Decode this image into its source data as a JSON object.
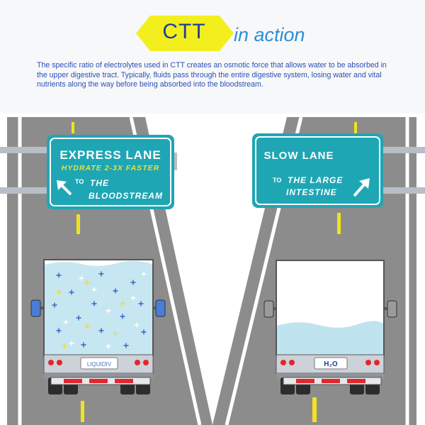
{
  "header": {
    "badge": "CTT",
    "subtitle": "in action",
    "description": "The specific ratio of electrolytes used in CTT creates an osmotic force that allows water to be absorbed in the upper digestive tract. Typically, fluids pass through the entire digestive system, losing water and vital nutrients along the way before being absorbed into the bloodstream."
  },
  "left_sign": {
    "title": "EXPRESS LANE",
    "tagline": "HYDRATE 2-3X FASTER",
    "to": "TO",
    "destination_line1": "THE",
    "destination_line2": "BLOODSTREAM"
  },
  "right_sign": {
    "title": "SLOW LANE",
    "to": "TO",
    "destination_line1": "THE LARGE",
    "destination_line2": "INTESTINE"
  },
  "left_truck": {
    "plate": "LIQUIDIV"
  },
  "right_truck": {
    "plate": "H₂O"
  },
  "colors": {
    "badge": "#f3ef1e",
    "sign": "#1fa6b4",
    "road": "#8c8c8c",
    "lane_marking": "#f4e11e",
    "electrolyte_water": "#bfe3ef",
    "water": "#c0e4ef"
  },
  "icons": [
    "arrow-up-left-icon",
    "arrow-up-right-icon"
  ]
}
